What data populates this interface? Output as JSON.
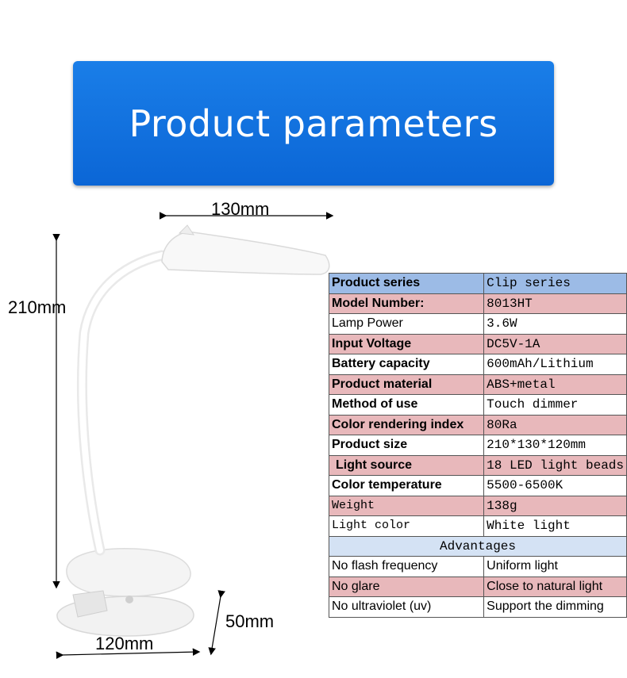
{
  "banner": {
    "title": "Product parameters"
  },
  "dimensions": {
    "width_top": "130mm",
    "height": "210mm",
    "depth": "50mm",
    "width_base": "120mm"
  },
  "parameters": [
    {
      "label": "Product series",
      "value": "Clip series",
      "row": "blue"
    },
    {
      "label": "Model Number:",
      "value": "8013HT",
      "row": "pink"
    },
    {
      "label": "Lamp Power",
      "value": "3.6W",
      "row": "white"
    },
    {
      "label": "Input Voltage",
      "value": "DC5V-1A",
      "row": "pink"
    },
    {
      "label": "Battery capacity",
      "value": "600mAh/Lithium",
      "row": "white"
    },
    {
      "label": "Product material",
      "value": "ABS+metal",
      "row": "pink"
    },
    {
      "label": "Method of use",
      "value": "Touch dimmer",
      "row": "white"
    },
    {
      "label": "Color rendering index",
      "value": "80Ra",
      "row": "pink"
    },
    {
      "label": "Product size",
      "value": "210*130*120mm",
      "row": "white"
    },
    {
      "label": "Light source",
      "value": "18 LED light beads",
      "row": "pink"
    },
    {
      "label": "Color temperature",
      "value": "5500-6500K",
      "row": "white"
    },
    {
      "label": "Weight",
      "value": "138g",
      "row": "pink"
    },
    {
      "label": "Light color",
      "value": "White light",
      "row": "white"
    }
  ],
  "advantages_header": "Advantages",
  "advantages": [
    {
      "left": "No flash frequency",
      "right": "Uniform light",
      "row": "white"
    },
    {
      "left": "No glare",
      "right": "Close to natural light",
      "row": "pink"
    },
    {
      "left": "No ultraviolet (uv)",
      "right": "Support the dimming",
      "row": "white"
    }
  ]
}
